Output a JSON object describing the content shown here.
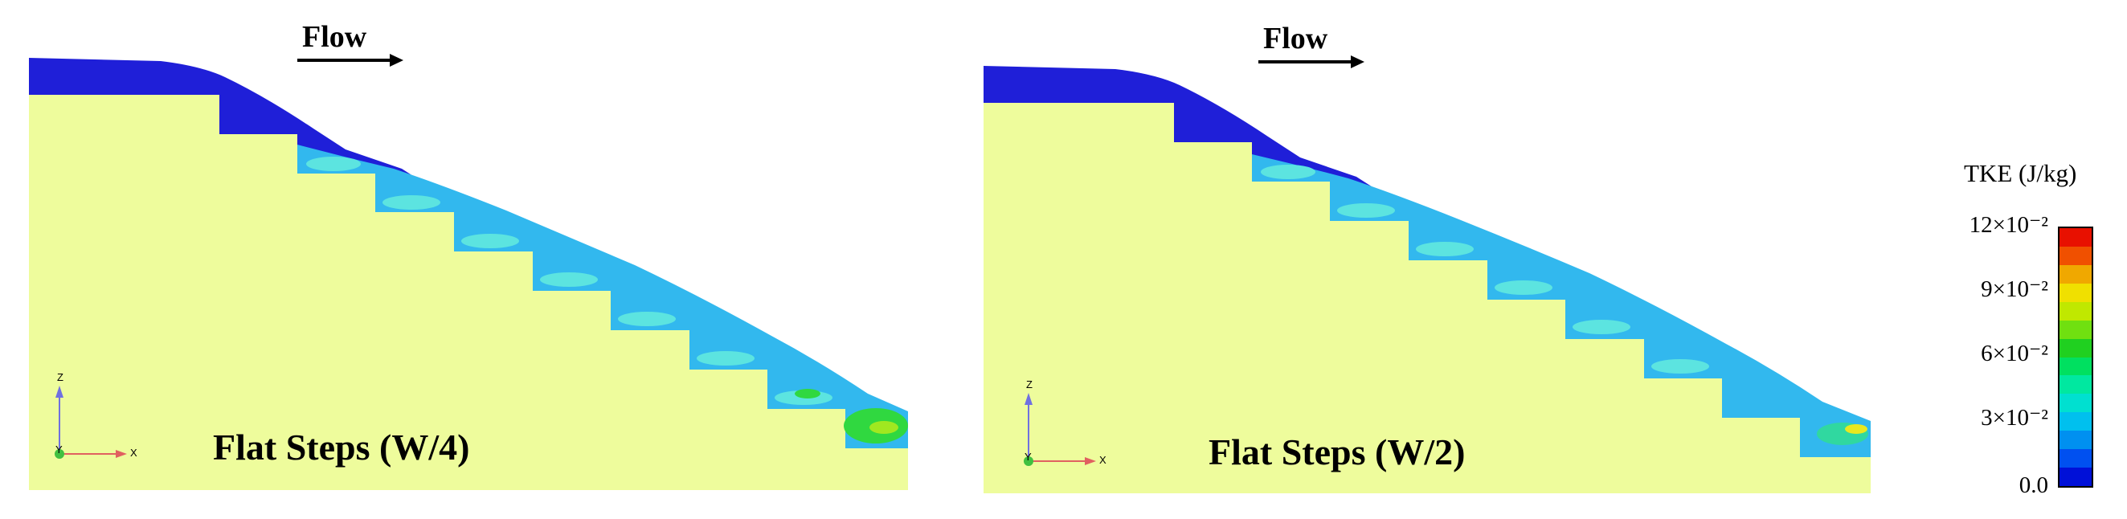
{
  "panels": [
    {
      "flow_label": "Flow",
      "caption": "Flat Steps (W/4)",
      "axes": {
        "z": "Z",
        "y": "Y",
        "x": "X"
      }
    },
    {
      "flow_label": "Flow",
      "caption": "Flat Steps (W/2)",
      "axes": {
        "z": "Z",
        "y": "Y",
        "x": "X"
      }
    }
  ],
  "legend": {
    "title": "TKE (J/kg)",
    "ticks": [
      "12×10⁻²",
      "9×10⁻²",
      "6×10⁻²",
      "3×10⁻²",
      "0.0"
    ],
    "colors_bottom_to_top": [
      "#0010d8",
      "#0050f0",
      "#0090f0",
      "#00c0ee",
      "#00e0d0",
      "#00e8a0",
      "#00e060",
      "#20d020",
      "#70e010",
      "#c0e800",
      "#f0e000",
      "#f0a800",
      "#f05000",
      "#e81000"
    ]
  },
  "colors": {
    "solid": "#eefc9c",
    "water": "#1f1fd8"
  }
}
